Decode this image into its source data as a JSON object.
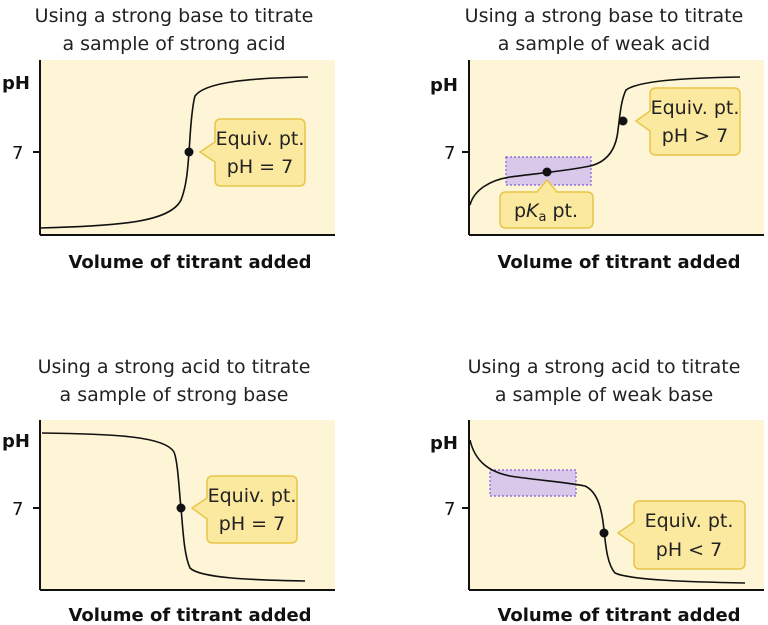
{
  "panels": [
    {
      "title_line1": "Using a strong base to titrate",
      "title_line2": "a sample of strong acid",
      "ylabel": "pH",
      "ytick": "7",
      "xlabel": "Volume of titrant added",
      "callout_line1": "Equiv. pt.",
      "callout_line2": "pH = 7"
    },
    {
      "title_line1": "Using a strong base to titrate",
      "title_line2": "a sample of weak acid",
      "ylabel": "pH",
      "ytick": "7",
      "xlabel": "Volume of titrant added",
      "callout_line1": "Equiv. pt.",
      "callout_line2": "pH > 7",
      "pka_label_p": "p",
      "pka_label_k": "K",
      "pka_label_sub": "a",
      "pka_label_rest": " pt."
    },
    {
      "title_line1": "Using a strong acid to titrate",
      "title_line2": "a sample of strong base",
      "ylabel": "pH",
      "ytick": "7",
      "xlabel": "Volume of titrant added",
      "callout_line1": "Equiv. pt.",
      "callout_line2": "pH = 7"
    },
    {
      "title_line1": "Using a strong acid to titrate",
      "title_line2": "a sample of weak base",
      "ylabel": "pH",
      "ytick": "7",
      "xlabel": "Volume of titrant added",
      "callout_line1": "Equiv. pt.",
      "callout_line2": "pH < 7"
    }
  ],
  "colors": {
    "plot_bg": "#fdf5d6",
    "axis": "#111111",
    "curve": "#111111",
    "callout_fill": "#fce9a0",
    "callout_stroke": "#e8c547",
    "buffer_fill": "#cdb8f0",
    "buffer_stroke": "#7f5ad9"
  }
}
